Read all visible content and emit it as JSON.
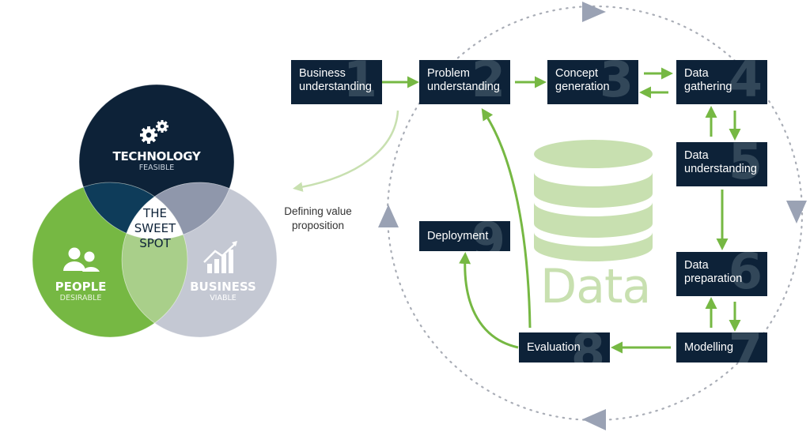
{
  "colors": {
    "navy": "#0d2238",
    "green": "#76b843",
    "light_green": "#c8e0b0",
    "gray": "#c4c8d3",
    "triangle": "#9aa2b4"
  },
  "venn": {
    "technology": {
      "title": "TECHNOLOGY",
      "subtitle": "FEASIBLE",
      "icon": "gears-icon"
    },
    "people": {
      "title": "PEOPLE",
      "subtitle": "DESIRABLE",
      "icon": "people-icon"
    },
    "business": {
      "title": "BUSINESS",
      "subtitle": "VIABLE",
      "icon": "growth-chart-icon"
    },
    "center": {
      "line1": "THE",
      "line2": "SWEET",
      "line3": "SPOT"
    }
  },
  "caption": "Defining value\nproposition",
  "center_word": "Data",
  "steps": [
    {
      "num": "1",
      "label": "Business\nunderstanding"
    },
    {
      "num": "2",
      "label": "Problem\nunderstanding"
    },
    {
      "num": "3",
      "label": "Concept\ngeneration"
    },
    {
      "num": "4",
      "label": "Data\ngathering"
    },
    {
      "num": "5",
      "label": "Data\nunderstanding"
    },
    {
      "num": "6",
      "label": "Data\npreparation"
    },
    {
      "num": "7",
      "label": "Modelling"
    },
    {
      "num": "8",
      "label": "Evaluation"
    },
    {
      "num": "9",
      "label": "Deployment"
    }
  ]
}
